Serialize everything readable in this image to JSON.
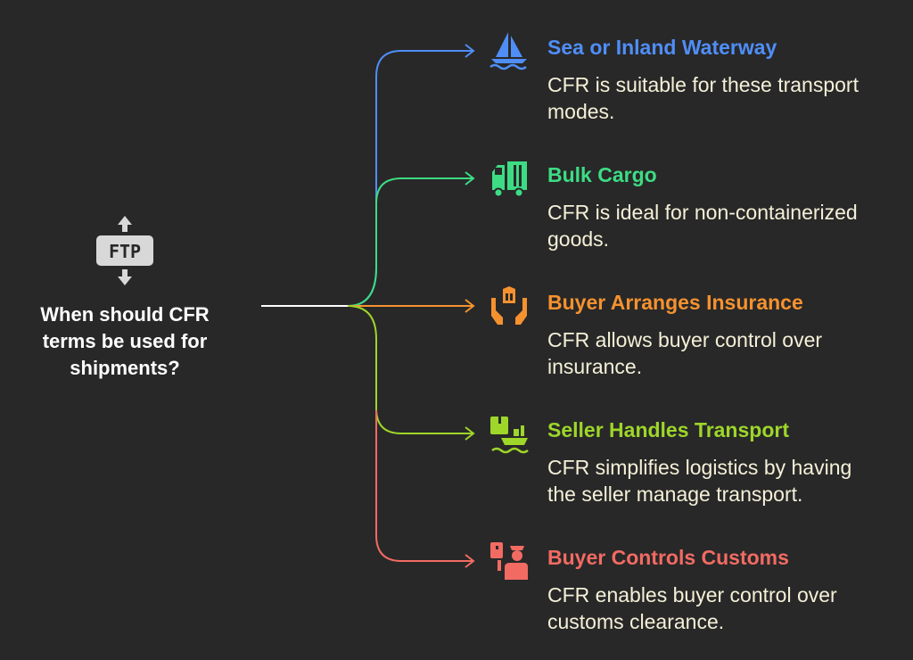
{
  "root": {
    "icon": "ftp-transfer-icon",
    "title": "When should CFR terms be used for shipments?"
  },
  "colors": {
    "background": "#282828",
    "blue": "#4f8ef7",
    "green": "#3ddc84",
    "orange": "#f5922f",
    "lime": "#9ed62a",
    "red": "#f26b63",
    "desc_text": "#f4f0d8"
  },
  "branches": [
    {
      "title": "Sea or Inland Waterway",
      "description": "CFR is suitable for these transport modes.",
      "icon": "sailboat-icon",
      "color": "#4f8ef7"
    },
    {
      "title": "Bulk Cargo",
      "description": "CFR is ideal for non-containerized goods.",
      "icon": "truck-icon",
      "color": "#3ddc84"
    },
    {
      "title": "Buyer Arranges Insurance",
      "description": "CFR allows buyer control over insurance.",
      "icon": "insurance-hands-icon",
      "color": "#f5922f"
    },
    {
      "title": "Seller Handles Transport",
      "description": "CFR simplifies logistics by having the seller manage transport.",
      "icon": "cargo-ship-icon",
      "color": "#9ed62a"
    },
    {
      "title": "Buyer Controls Customs",
      "description": "CFR enables buyer control over customs clearance.",
      "icon": "customs-officer-icon",
      "color": "#f26b63"
    }
  ]
}
